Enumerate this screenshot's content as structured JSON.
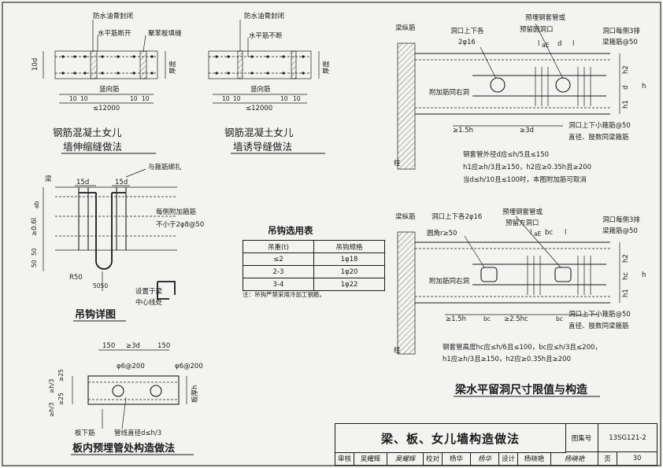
{
  "sheet": {
    "border_color": "#1a1a1a",
    "background": "#f3f3f1"
  },
  "parapet_expansion": {
    "top_labels": [
      "防水油膏封闭",
      "水平筋断开",
      "聚苯板填缝"
    ],
    "dims": {
      "left": "10d",
      "thickness": "厚度",
      "vertical_bar": "竖向筋",
      "ten_a": "10",
      "ten_b": "10",
      "ten_c": "10",
      "ten_d": "10",
      "span": "≤12000"
    },
    "title": [
      "钢筋混凝土女儿",
      "墙伸缩缝做法"
    ]
  },
  "parapet_induced": {
    "top_labels": [
      "防水油膏封闭",
      "水平筋不断"
    ],
    "dims": {
      "thickness": "厚度",
      "vertical_bar": "竖向筋",
      "ten_a": "10",
      "ten_b": "10",
      "ten_c": "10",
      "ten_d": "10",
      "span": "≤12000"
    },
    "title": [
      "钢筋混凝土女儿",
      "墙诱导缝做法"
    ]
  },
  "hook_detail": {
    "labels": {
      "beam": "梁",
      "tie": "与箍筋绑扎",
      "d15a": "15d",
      "d15b": "15d",
      "anchor": "≥0.6l",
      "anchor_sub": "ab",
      "extra": "每侧附加箍筋",
      "extra2": "不小于2φ8@50",
      "dim50a": "50",
      "dim50b": "50",
      "r50": "R50",
      "d5050": "5050",
      "place": "设置于梁",
      "place2": "中心线处"
    },
    "title": "吊钩详图"
  },
  "hook_table": {
    "title": "吊钩选用表",
    "headers": [
      "吊重(t)",
      "吊钩规格"
    ],
    "rows": [
      [
        "≤2",
        "1φ18"
      ],
      [
        "2-3",
        "1φ20"
      ],
      [
        "3-4",
        "1φ22"
      ]
    ],
    "note": "注：吊钩严禁采用冷加工钢筋。"
  },
  "slab_pipe": {
    "labels": {
      "d150a": "150",
      "d3d": "≥3d",
      "d150b": "150",
      "bar1": "φ6@200",
      "bar2": "φ6@200",
      "h3a": "≥h/3",
      "h25a": "≥25",
      "h3b": "≥h/3",
      "h25b": "≥25",
      "thickness": "板厚h",
      "bottom": "板下筋",
      "pipe": "管线直径d≤h/3"
    },
    "title": "板内预埋管处构造做法"
  },
  "beam_round": {
    "labels": {
      "long_bar": "梁纵筋",
      "above_below": "洞口上下各",
      "bars": "2φ16",
      "sleeve": "预埋钢套管或",
      "round": "预留圆洞口",
      "lae1": "l",
      "lae2": "l",
      "lae_sub": "aE",
      "d": "d",
      "side": "洞口每侧3排",
      "side2": "梁箍筋@50",
      "h2": "h2",
      "dd": "d",
      "h1": "h1",
      "h": "h",
      "extra": "附加筋同右洞",
      "d15h": "≥1.5h",
      "d3d": "≥3d",
      "stir": "洞口上下小箍筋@50",
      "stir2": "直径、肢数同梁箍筋",
      "col": "柱"
    },
    "notes": [
      "钢套管外径d应≤h/5且≤150",
      "h1应≥h/3且≥150，h2应≥0.35h且≥200",
      "当d≤h/10且≤100时，本图附加筋可取消"
    ]
  },
  "beam_rect": {
    "labels": {
      "long_bar": "梁纵筋",
      "above_below": "洞口上下各2φ16",
      "sleeve": "预埋钢套管或",
      "rect": "预留方洞口",
      "corner": "圆角r≥50",
      "lae1": "l",
      "lae2": "l",
      "lae_sub": "aE",
      "bc": "bc",
      "side": "洞口每侧3排",
      "side2": "梁箍筋@50",
      "h2": "h2",
      "hc": "hc",
      "h1": "h1",
      "h": "h",
      "extra": "附加筋同右洞",
      "d15h": "≥1.5h",
      "bc1": "bc",
      "d25": "≥2.5hc",
      "bc2": "bc",
      "stir": "洞口上下小箍筋@50",
      "stir2": "直径、肢数同梁箍筋",
      "col": "柱"
    },
    "notes": [
      "钢套管高度hc应≤h/6且≤100，bc应≤h/3且≤200，",
      "h1应≥h/3且≥150，h2应≥0.35h且≥200"
    ],
    "title": "梁水平留洞尺寸限值与构造"
  },
  "title_block": {
    "title": "梁、板、女儿墙构造做法",
    "atlas_label": "图集号",
    "atlas_no": "13SG121-2",
    "review_label": "审核",
    "reviewer": "吴耀辉",
    "reviewer_sign": "吴耀辉",
    "check_label": "校对",
    "checker": "杨华",
    "checker_sign": "杨华",
    "design_label": "设计",
    "designer": "杨晓艳",
    "designer_sign": "杨晓艳",
    "page_label": "页",
    "page_no": "30"
  }
}
